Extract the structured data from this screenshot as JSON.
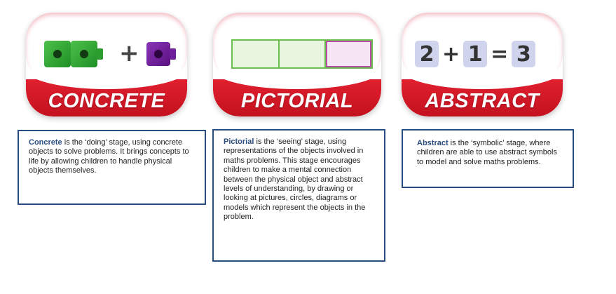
{
  "stages": [
    {
      "label": "CONCRETE",
      "term": "Concrete",
      "description": " is the ‘doing’ stage, using concrete objects to solve problems. It brings concepts to life by allowing children to handle physical objects themselves."
    },
    {
      "label": "PICTORIAL",
      "term": "Pictorial",
      "description": " is the ‘seeing’ stage, using representations of the objects involved in maths problems. This stage encourages children to make a mental connection between the physical object and abstract levels of understanding, by drawing or looking at pictures, circles, diagrams or models which represent the objects in the problem."
    },
    {
      "label": "ABSTRACT",
      "term": "Abstract",
      "description": " is the ‘symbolic’ stage, where children are able to use abstract symbols to model and solve maths problems."
    }
  ],
  "concrete_visual": {
    "plus": "+"
  },
  "abstract_visual": {
    "a": "2",
    "op": "+",
    "b": "1",
    "eq": "=",
    "result": "3"
  },
  "colors": {
    "band_red": "#d4182a",
    "border_navy": "#2a4d7f",
    "cube_green": "#2fa532",
    "cube_purple": "#6e1f99",
    "number_tile": "#cfd3ec"
  }
}
